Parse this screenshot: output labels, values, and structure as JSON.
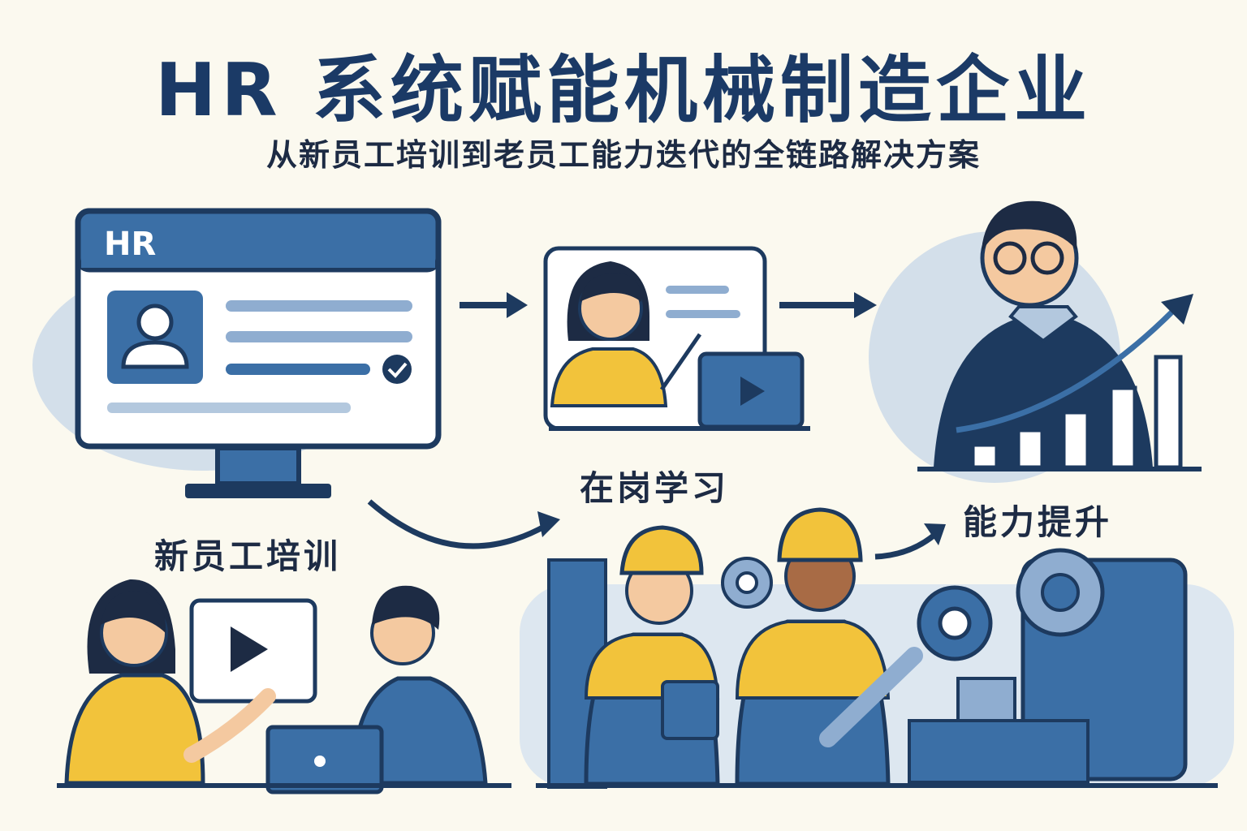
{
  "title": "HR 系统赋能机械制造企业",
  "subtitle": "从新员工培训到老员工能力迭代的全链路解决方案",
  "hr_window": {
    "tag": "HR"
  },
  "stages": {
    "new_employee_training": "新员工培训",
    "on_job_learning": "在岗学习",
    "capability_improvement": "能力提升"
  },
  "colors": {
    "navy": "#1d3a5f",
    "blue": "#3b6fa6",
    "light_blue": "#d3dfea",
    "yellow": "#f2c33b",
    "background": "#fbf9ef"
  },
  "icons": [
    "user-profile-icon",
    "check-icon",
    "play-icon",
    "gear-icon",
    "wrench-icon",
    "trend-arrow-icon",
    "bar-chart-icon"
  ]
}
